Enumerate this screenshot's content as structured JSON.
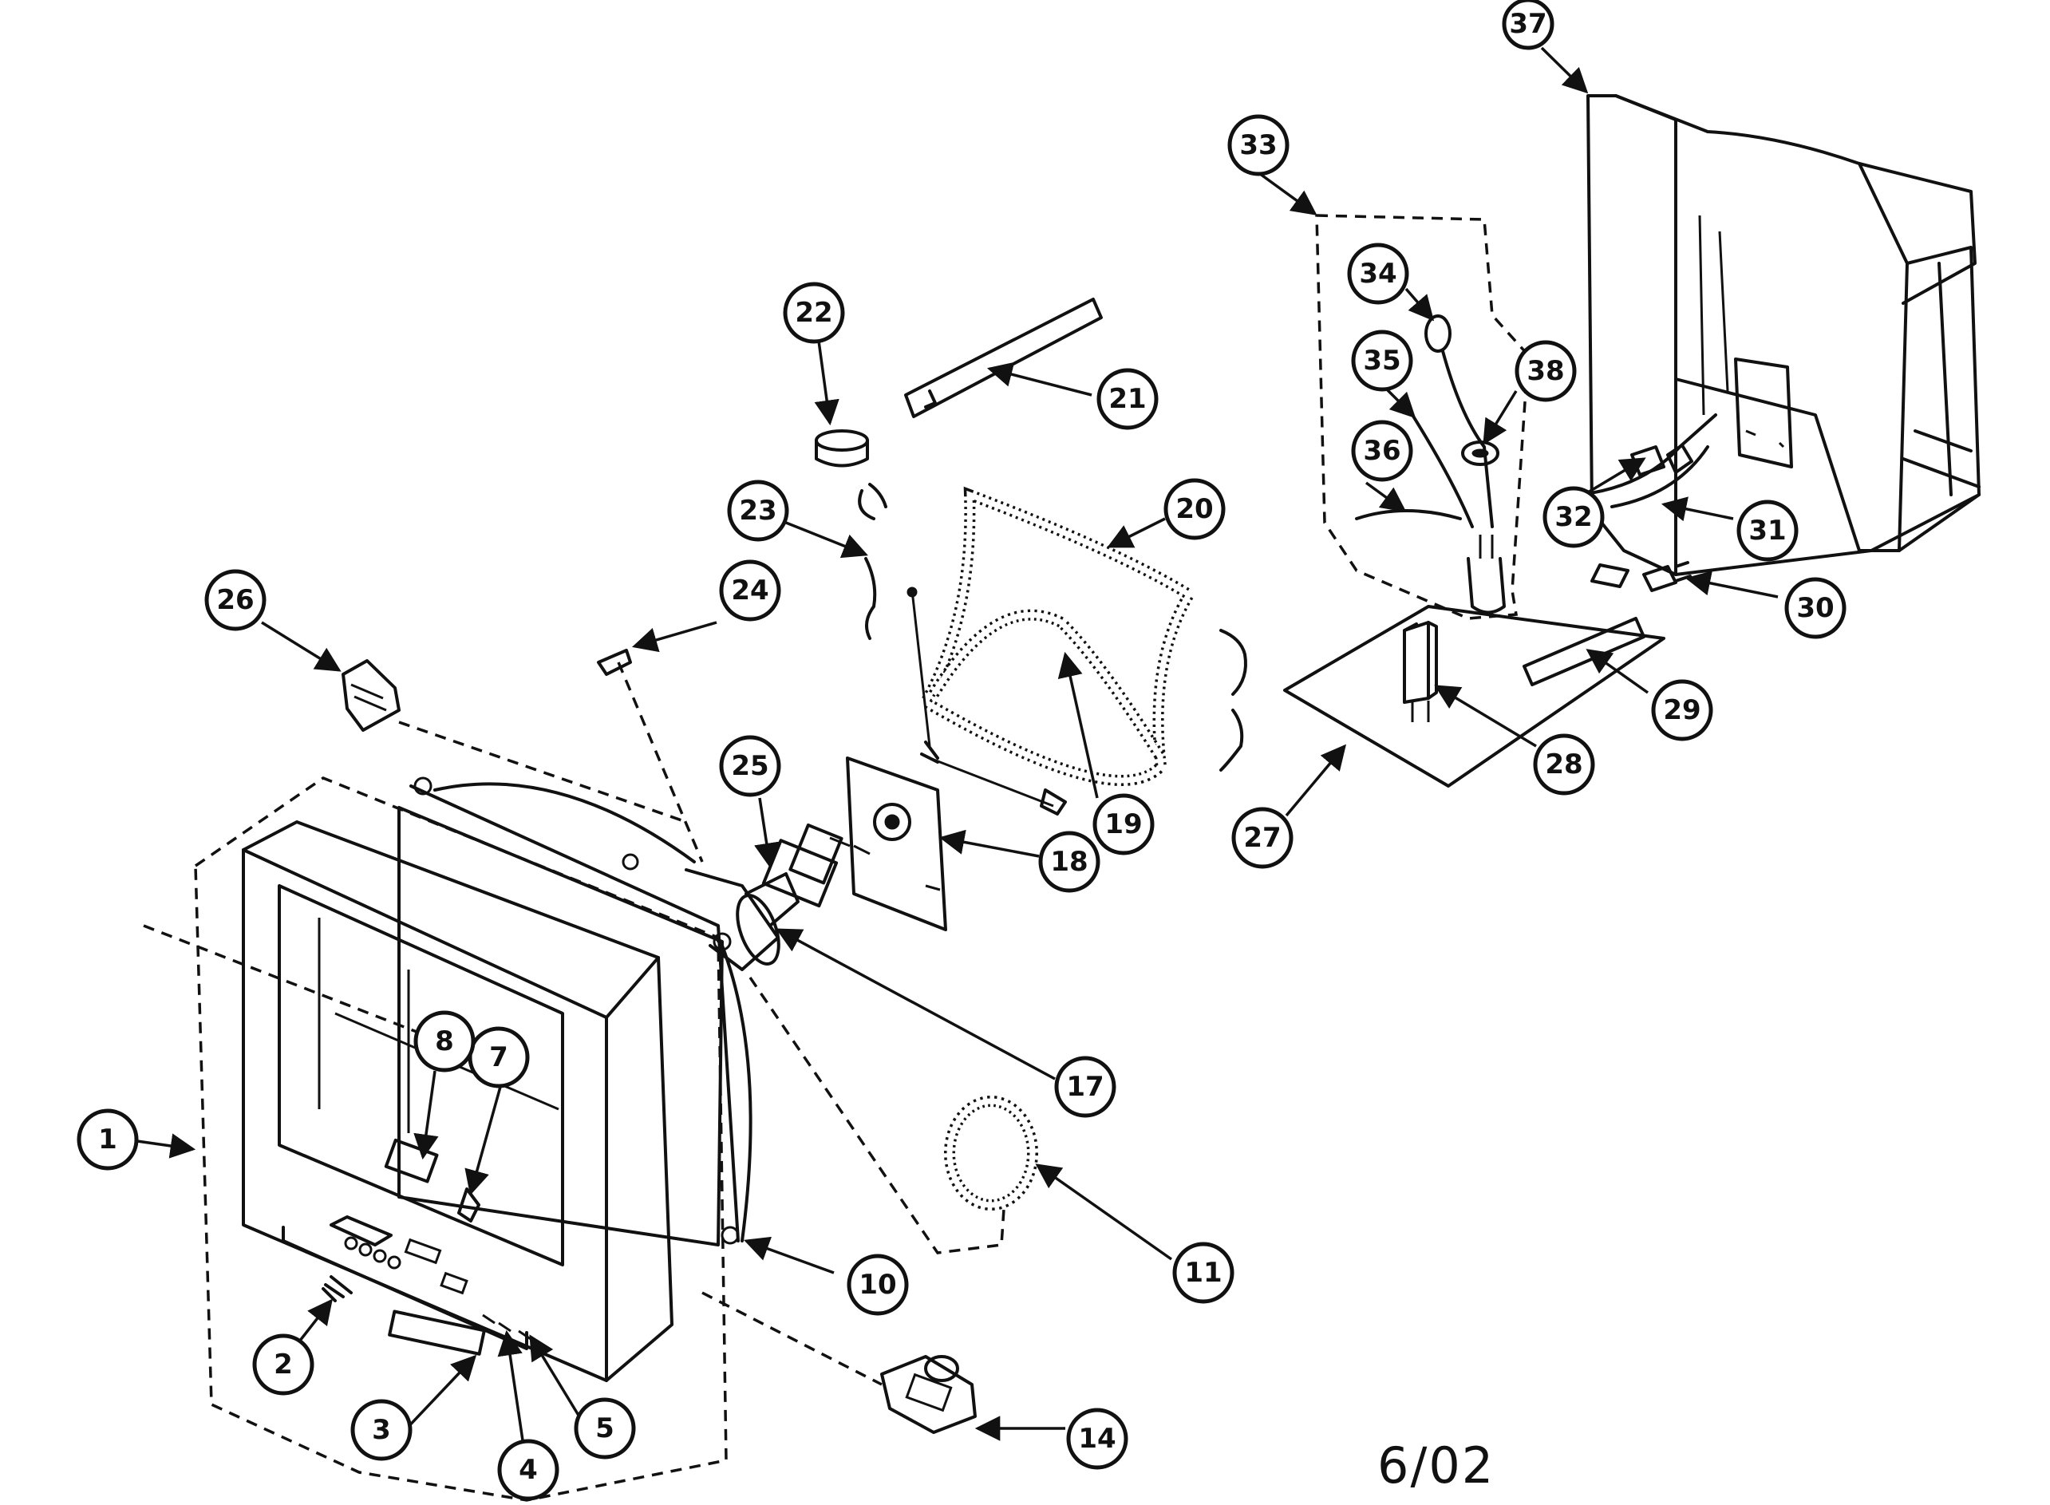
{
  "callouts": [
    "1",
    "2",
    "3",
    "4",
    "5",
    "7",
    "8",
    "10",
    "11",
    "14",
    "17",
    "18",
    "19",
    "20",
    "21",
    "22",
    "23",
    "24",
    "25",
    "26",
    "27",
    "28",
    "29",
    "30",
    "31",
    "32",
    "33",
    "34",
    "35",
    "36",
    "37",
    "38"
  ],
  "date_stamp": "6/02"
}
